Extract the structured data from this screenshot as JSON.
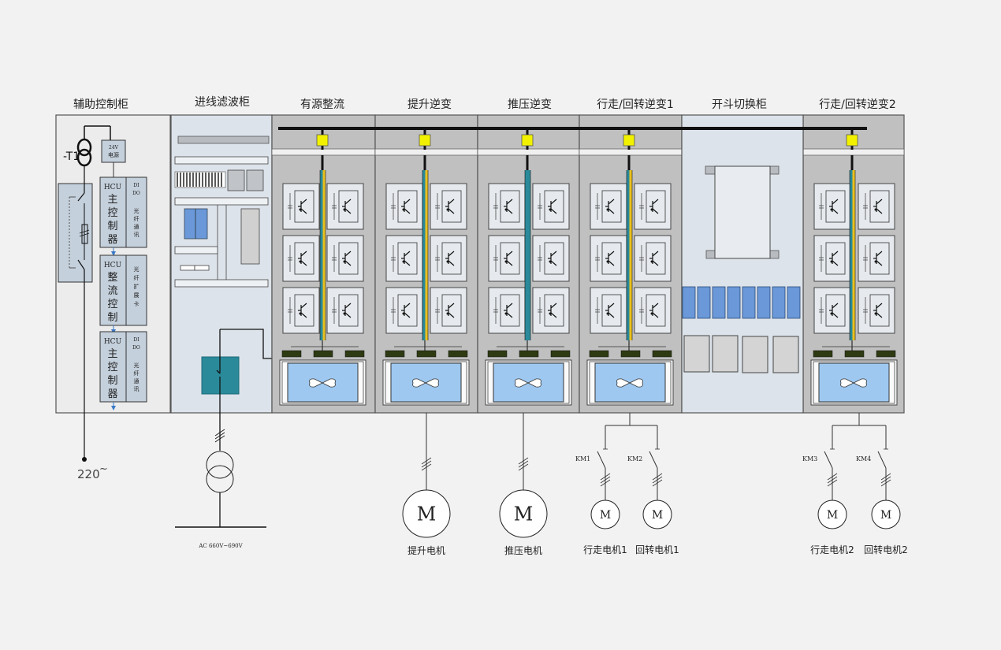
{
  "cabinets": [
    {
      "id": "aux",
      "title": "辅助控制柜"
    },
    {
      "id": "filter",
      "title": "进线滤波柜"
    },
    {
      "id": "rectifier",
      "title": "有源整流"
    },
    {
      "id": "hoist",
      "title": "提升逆变"
    },
    {
      "id": "crowd",
      "title": "推压逆变"
    },
    {
      "id": "travel1",
      "title": "行走/回转逆变1"
    },
    {
      "id": "bucket",
      "title": "开斗切换柜"
    },
    {
      "id": "travel2",
      "title": "行走/回转逆变2"
    }
  ],
  "aux": {
    "transformer_label": "-T1",
    "psu_line1": "24V",
    "psu_line2": "电源",
    "supply_label": "220",
    "supply_symbol": "~",
    "modules": [
      {
        "left_title": "HCU",
        "left_chars": [
          "主",
          "控",
          "制",
          "器"
        ],
        "right_top": [
          "DI",
          "DO"
        ],
        "right_chars": [
          "光",
          "纤",
          "通",
          "讯"
        ]
      },
      {
        "left_title": "HCU",
        "left_chars": [
          "整",
          "流",
          "控",
          "制"
        ],
        "right_top": [],
        "right_chars": [
          "光",
          "纤",
          "扩",
          "展",
          "卡"
        ]
      },
      {
        "left_title": "HCU",
        "left_chars": [
          "主",
          "控",
          "制",
          "器"
        ],
        "right_top": [
          "DI",
          "DO"
        ],
        "right_chars": [
          "光",
          "纤",
          "通",
          "讯"
        ]
      }
    ]
  },
  "filter": {
    "grid_label": "AC 660V~690V"
  },
  "motors": [
    {
      "id": "hoist-motor",
      "symbol": "M",
      "label": "提升电机"
    },
    {
      "id": "crowd-motor",
      "symbol": "M",
      "label": "推压电机"
    },
    {
      "id": "travel-motor-1",
      "symbol": "M",
      "label": "行走电机1",
      "contactor": "KM1"
    },
    {
      "id": "swing-motor-1",
      "symbol": "M",
      "label": "回转电机1",
      "contactor": "KM2"
    },
    {
      "id": "travel-motor-2",
      "symbol": "M",
      "label": "行走电机2",
      "contactor": "KM3"
    },
    {
      "id": "swing-motor-2",
      "symbol": "M",
      "label": "回转电机2",
      "contactor": "KM4"
    }
  ],
  "colors": {
    "background": "#f2f2f2",
    "cabinet_gray": "#c0c0c0",
    "cabinet_light": "#dde3ea",
    "panel_blue": "#c4d0dc",
    "igbt_bg": "#e6eaee",
    "busbar": "#111111",
    "fuse_yellow": "#f2f200",
    "teal": "#2a8a9a",
    "fan_blue": "#9ec8f0",
    "terminal_blue": "#6a98d8",
    "dark_block": "#2e3a12"
  }
}
